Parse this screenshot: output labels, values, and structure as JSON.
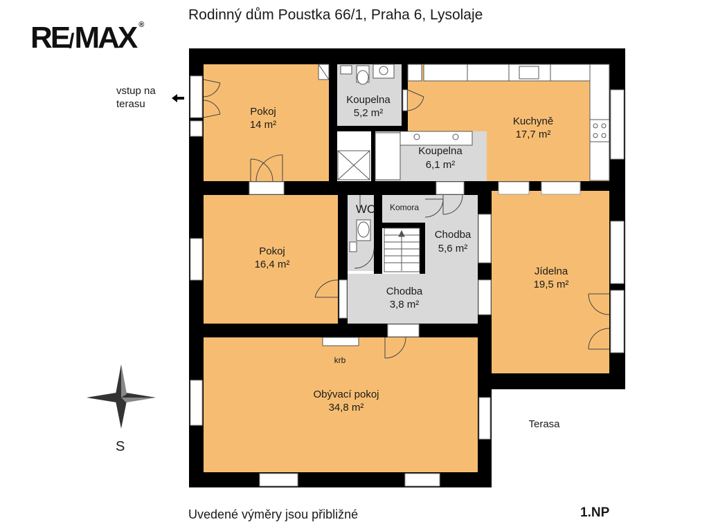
{
  "header": {
    "title": "Rodinný dům Poustka 66/1, Praha 6, Lysolaje",
    "logo_text": "RE/MAX"
  },
  "rooms": {
    "pokoj1": {
      "name": "Pokoj",
      "area": "14 m²"
    },
    "koupelna1": {
      "name": "Koupelna",
      "area": "5,2 m²"
    },
    "kuchyne": {
      "name": "Kuchyně",
      "area": "17,7 m²"
    },
    "koupelna2": {
      "name": "Koupelna",
      "area": "6,1 m²"
    },
    "pokoj2": {
      "name": "Pokoj",
      "area": "16,4 m²"
    },
    "wc": {
      "name": "WC"
    },
    "komora": {
      "name": "Komora"
    },
    "chodba1": {
      "name": "Chodba",
      "area": "5,6 m²"
    },
    "chodba2": {
      "name": "Chodba",
      "area": "3,8 m²"
    },
    "jidelna": {
      "name": "Jídelna",
      "area": "19,5 m²"
    },
    "obyvaci": {
      "name": "Obývací pokoj",
      "area": "34,8 m²"
    }
  },
  "labels": {
    "krb": "krb",
    "terasa": "Terasa",
    "vstup_line1": "vstup na",
    "vstup_line2": "terasu",
    "compass": "S"
  },
  "footer": {
    "note": "Uvedené výměry jsou přibližné",
    "floor": "1.NP"
  },
  "colors": {
    "room_fill": "#f6bd72",
    "corridor_fill": "#d9d9d9",
    "wall": "#000000"
  }
}
